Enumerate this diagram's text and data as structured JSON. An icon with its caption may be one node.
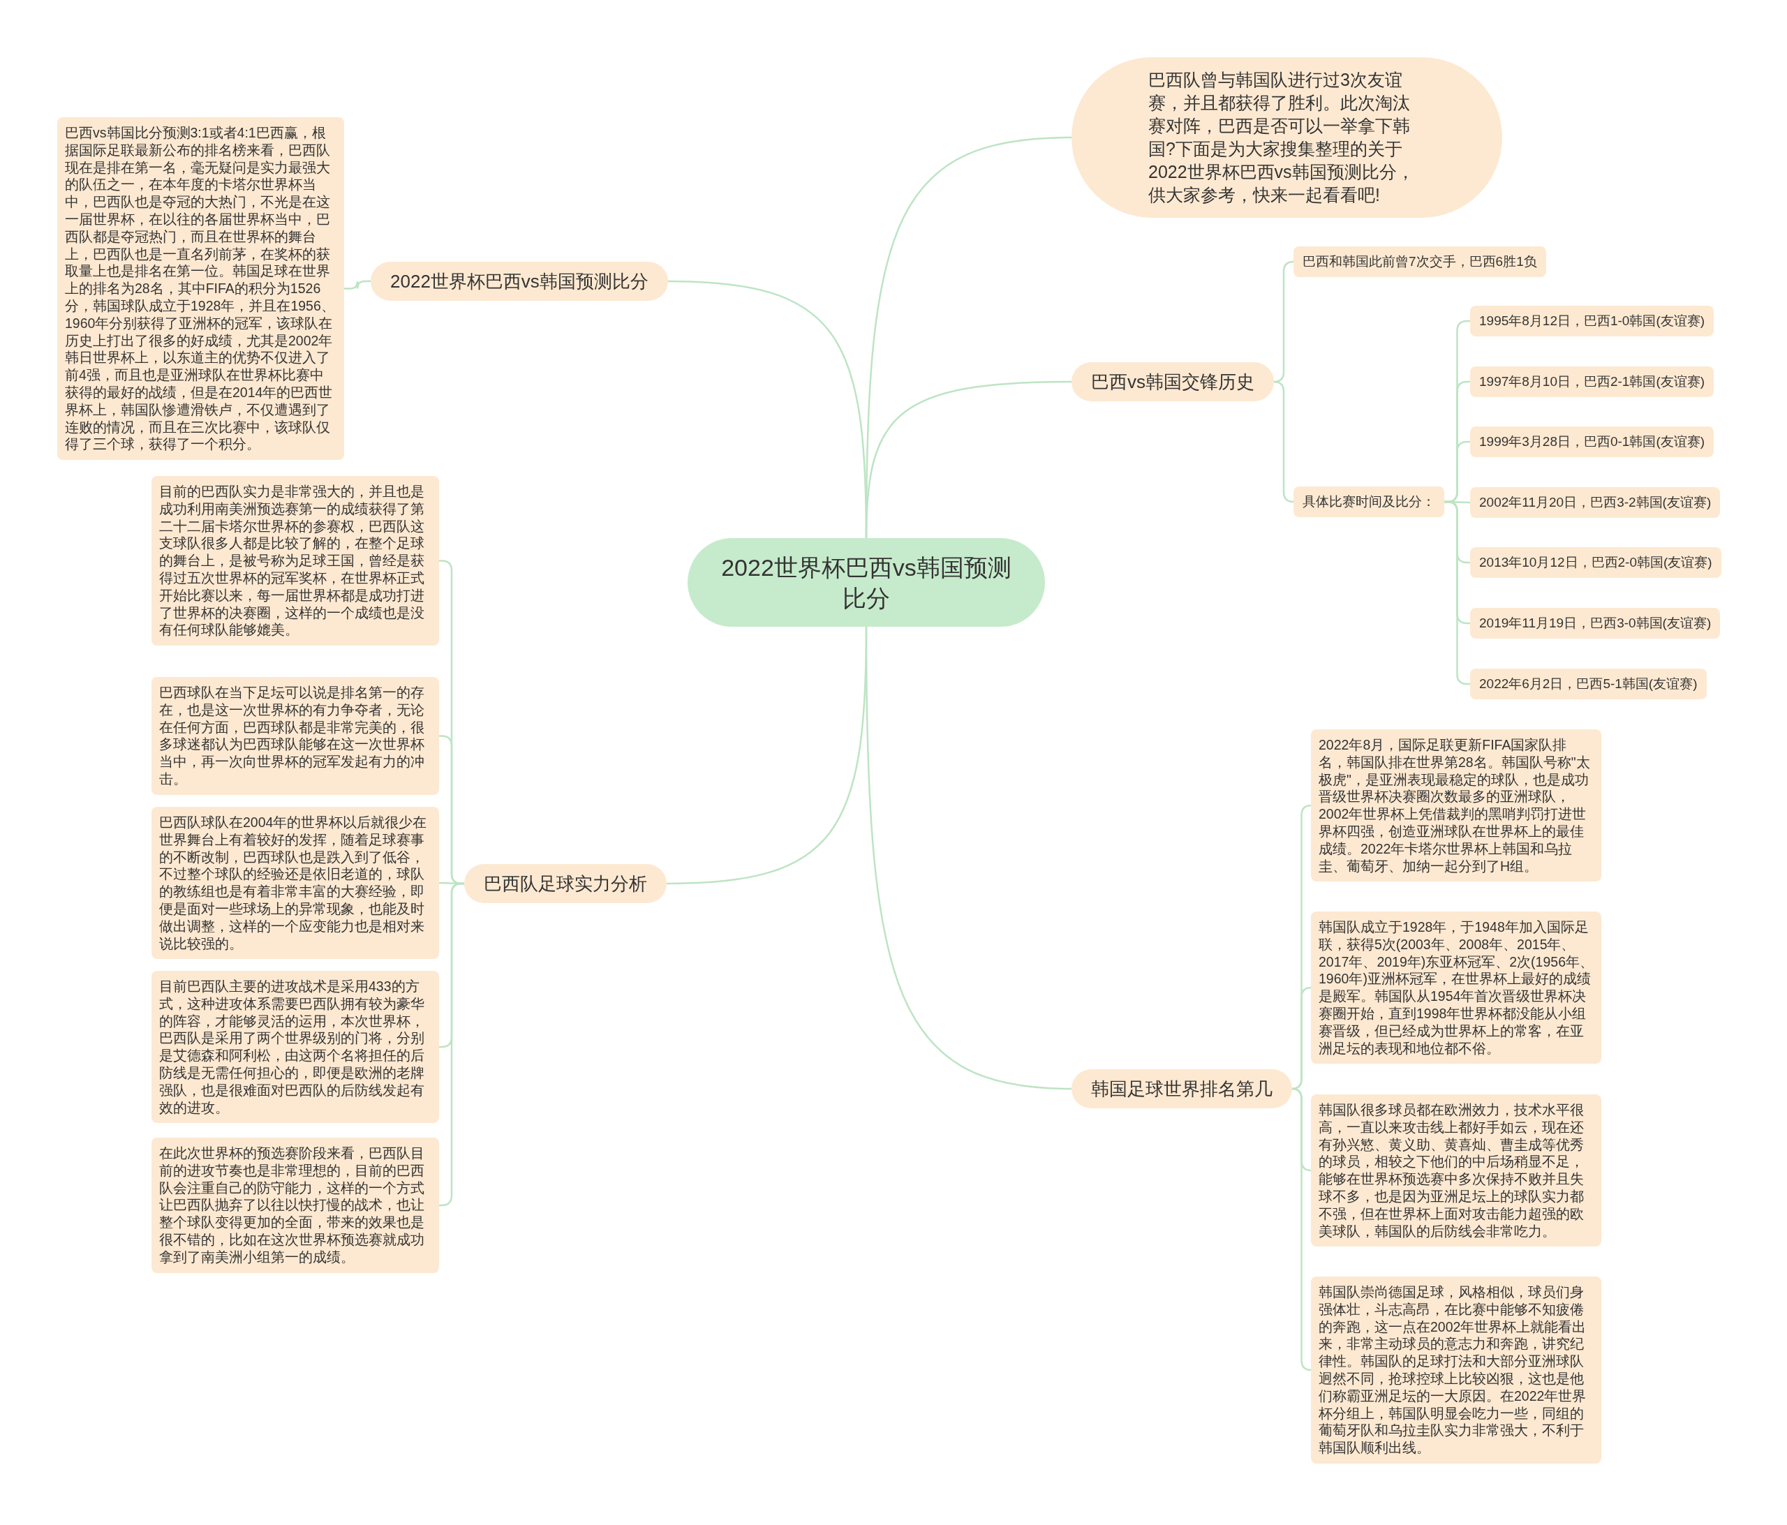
{
  "diagram": {
    "nodes": [
      {
        "text": [
          "2022世界杯巴西vs韩国预测比分"
        ]
      },
      {
        "text": [
          "巴西队曾与韩国队进行过3次友谊赛，并且都获得了胜利。此次淘汰赛对阵，巴西是否可以一举拿下韩国?下面是为大家搜集整理的关于2022世界杯巴西vs韩国预测比分，供大家参考，快来一起看看吧!"
        ]
      },
      {
        "text": [
          "2022世界杯巴西vs韩国预测比分"
        ]
      },
      {
        "text": [
          "巴西vs韩国比分预测3:1或者4:1巴西赢，根据国际足联最新公布的排名榜来看，巴西队现在是排在第一名，毫无疑问是实力最强大的队伍之一，在本年度的卡塔尔世界杯当中，巴西队也是夺冠的大热门，不光是在这一届世界杯，在以往的各届世界杯当中，巴西队都是夺冠热门，而且在世界杯的舞台上，巴西队也是一直名列前茅，在奖杯的获取量上也是排名在第一位。韩国足球在世界上的排名为28名，其中FIFA的积分为1526分，韩国球队成立于1928年，并且在1956、1960年分别获得了亚洲杯的冠军，该球队在历史上打出了很多的好成绩，尤其是2002年韩日世界杯上，以东道主的优势不仅进入了前4强，而且也是亚洲球队在世界杯比赛中获得的最好的战绩，但是在2014年的巴西世界杯上，韩国队惨遭滑铁卢，不仅遭遇到了连败的情况，而且在三次比赛中，该球队仅得了三个球，获得了一个积分。"
        ]
      },
      {
        "text": [
          "巴西vs韩国交锋历史"
        ]
      },
      {
        "text": [
          "巴西和韩国此前曾7次交手，巴西6胜1负"
        ]
      },
      {
        "text": [
          "具体比赛时间及比分："
        ]
      },
      {
        "text": [
          "1995年8月12日，巴西1-0韩国(友谊赛)"
        ]
      },
      {
        "text": [
          "1997年8月10日，巴西2-1韩国(友谊赛)"
        ]
      },
      {
        "text": [
          "1999年3月28日，巴西0-1韩国(友谊赛)"
        ]
      },
      {
        "text": [
          "2002年11月20日，巴西3-2韩国(友谊赛)"
        ]
      },
      {
        "text": [
          "2013年10月12日，巴西2-0韩国(友谊赛)"
        ]
      },
      {
        "text": [
          "2019年11月19日，巴西3-0韩国(友谊赛)"
        ]
      },
      {
        "text": [
          "2022年6月2日，巴西5-1韩国(友谊赛)"
        ]
      },
      {
        "text": [
          "巴西队足球实力分析"
        ]
      },
      {
        "text": [
          "目前的巴西队实力是非常强大的，并且也是成功利用南美洲预选赛第一的成绩获得了第二十二届卡塔尔世界杯的参赛权，巴西队这支球队很多人都是比较了解的，在整个足球的舞台上，是被号称为足球王国，曾经是获得过五次世界杯的冠军奖杯，在世界杯正式开始比赛以来，每一届世界杯都是成功打进了世界杯的决赛圈，这样的一个成绩也是没有任何球队能够媲美。"
        ]
      },
      {
        "text": [
          "巴西球队在当下足坛可以说是排名第一的存在，也是这一次世界杯的有力争夺者，无论在任何方面，巴西球队都是非常完美的，很多球迷都认为巴西球队能够在这一次世界杯当中，再一次向世界杯的冠军发起有力的冲击。"
        ]
      },
      {
        "text": [
          "巴西队球队在2004年的世界杯以后就很少在世界舞台上有着较好的发挥，随着足球赛事的不断改制，巴西球队也是跌入到了低谷，不过整个球队的经验还是依旧老道的，球队的教练组也是有着非常丰富的大赛经验，即便是面对一些球场上的异常现象，也能及时做出调整，这样的一个应变能力也是相对来说比较强的。"
        ]
      },
      {
        "text": [
          "目前巴西队主要的进攻战术是采用433的方式，这种进攻体系需要巴西队拥有较为豪华的阵容，才能够灵活的运用，本次世界杯，巴西队是采用了两个世界级别的门将，分别是艾德森和阿利松，由这两个名将担任的后防线是无需任何担心的，即便是欧洲的老牌强队，也是很难面对巴西队的后防线发起有效的进攻。"
        ]
      },
      {
        "text": [
          "在此次世界杯的预选赛阶段来看，巴西队目前的进攻节奏也是非常理想的，目前的巴西队会注重自己的防守能力，这样的一个方式让巴西队抛弃了以往以快打慢的战术，也让整个球队变得更加的全面，带来的效果也是很不错的，比如在这次世界杯预选赛就成功拿到了南美洲小组第一的成绩。"
        ]
      },
      {
        "text": [
          "韩国足球世界排名第几"
        ]
      },
      {
        "text": [
          "2022年8月，国际足联更新FIFA国家队排名，韩国队排在世界第28名。韩国队号称\"太极虎\"，是亚洲表现最稳定的球队，也是成功晋级世界杯决赛圈次数最多的亚洲球队，2002年世界杯上凭借裁判的黑哨判罚打进世界杯四强，创造亚洲球队在世界杯上的最佳成绩。2022年卡塔尔世界杯上韩国和乌拉圭、葡萄牙、加纳一起分到了H组。"
        ]
      },
      {
        "text": [
          "韩国队成立于1928年，于1948年加入国际足联，获得5次(2003年、2008年、2015年、2017年、2019年)东亚杯冠军、2次(1956年、1960年)亚洲杯冠军，在世界杯上最好的成绩是殿军。韩国队从1954年首次晋级世界杯决赛圈开始，直到1998年世界杯都没能从小组赛晋级，但已经成为世界杯上的常客，在亚洲足坛的表现和地位都不俗。"
        ]
      },
      {
        "text": [
          "韩国队很多球员都在欧洲效力，技术水平很高，一直以来攻击线上都好手如云，现在还有孙兴慜、黄义助、黄喜灿、曹圭成等优秀的球员，相较之下他们的中后场稍显不足，能够在世界杯预选赛中多次保持不败并且失球不多，也是因为亚洲足坛上的球队实力都不强，但在世界杯上面对攻击能力超强的欧美球队，韩国队的后防线会非常吃力。"
        ]
      },
      {
        "text": [
          "韩国队崇尚德国足球，风格相似，球员们身强体壮，斗志高昂，在比赛中能够不知疲倦的奔跑，这一点在2002年世界杯上就能看出来，非常主动球员的意志力和奔跑，讲究纪律性。韩国队的足球打法和大部分亚洲球队迥然不同，抢球控球上比较凶狠，这也是他们称霸亚洲足坛的一大原因。在2022年世界杯分组上，韩国队明显会吃力一些，同组的葡萄牙队和乌拉圭队实力非常强大，不利于韩国队顺利出线。"
        ]
      }
    ],
    "edges": [
      {
        "from": 0,
        "to": 1,
        "arrow": "none"
      },
      {
        "from": 0,
        "to": 2,
        "arrow": "none"
      },
      {
        "from": 2,
        "to": 3,
        "arrow": "none"
      },
      {
        "from": 0,
        "to": 4,
        "arrow": "none"
      },
      {
        "from": 4,
        "to": 5,
        "arrow": "none"
      },
      {
        "from": 4,
        "to": 6,
        "arrow": "none"
      },
      {
        "from": 6,
        "to": 7,
        "arrow": "none"
      },
      {
        "from": 6,
        "to": 8,
        "arrow": "none"
      },
      {
        "from": 6,
        "to": 9,
        "arrow": "none"
      },
      {
        "from": 6,
        "to": 10,
        "arrow": "none"
      },
      {
        "from": 6,
        "to": 11,
        "arrow": "none"
      },
      {
        "from": 6,
        "to": 12,
        "arrow": "none"
      },
      {
        "from": 6,
        "to": 13,
        "arrow": "none"
      },
      {
        "from": 0,
        "to": 14,
        "arrow": "none"
      },
      {
        "from": 14,
        "to": 15,
        "arrow": "none"
      },
      {
        "from": 14,
        "to": 16,
        "arrow": "none"
      },
      {
        "from": 14,
        "to": 17,
        "arrow": "none"
      },
      {
        "from": 14,
        "to": 18,
        "arrow": "none"
      },
      {
        "from": 14,
        "to": 19,
        "arrow": "none"
      },
      {
        "from": 0,
        "to": 20,
        "arrow": "none"
      },
      {
        "from": 20,
        "to": 21,
        "arrow": "none"
      },
      {
        "from": 20,
        "to": 22,
        "arrow": "none"
      },
      {
        "from": 20,
        "to": 23,
        "arrow": "none"
      },
      {
        "from": 20,
        "to": 24,
        "arrow": "none"
      }
    ]
  }
}
